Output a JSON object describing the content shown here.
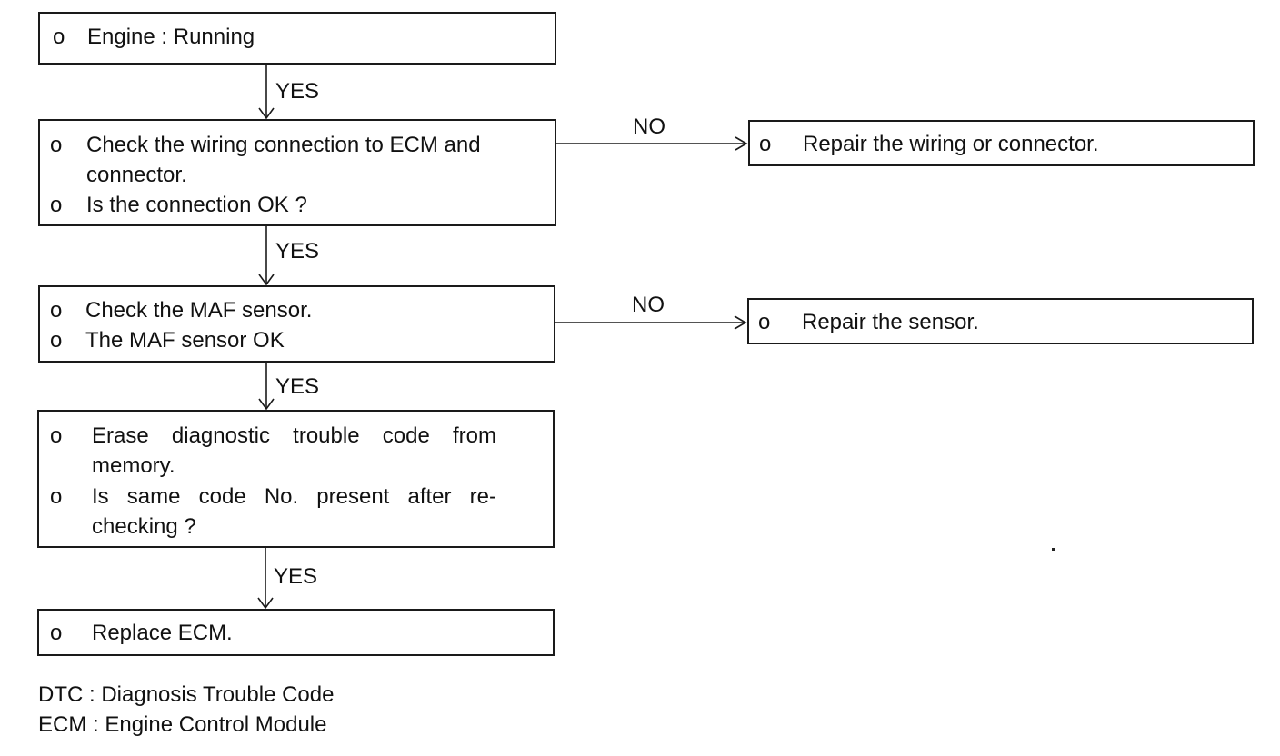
{
  "steps": [
    {
      "bullet": "o",
      "lines": [
        "Engine : Running"
      ]
    },
    {
      "bullet": "o",
      "lines": [
        "Check the wiring connection to ECM and",
        "connector."
      ],
      "bullet2": "o",
      "lines2": [
        "Is the connection OK ?"
      ]
    },
    {
      "bullet": "o",
      "lines": [
        "Check the MAF sensor."
      ],
      "bullet2": "o",
      "lines2": [
        "The MAF sensor OK"
      ]
    },
    {
      "bullet": "o",
      "lines": [
        "Erase diagnostic trouble code from",
        "memory."
      ],
      "bullet2": "o",
      "lines2": [
        "Is same code No. present after re-",
        "checking ?"
      ]
    },
    {
      "bullet": "o",
      "lines": [
        "Replace ECM."
      ]
    }
  ],
  "branches": [
    {
      "bullet": "o",
      "text": "Repair the wiring or connector."
    },
    {
      "bullet": "o",
      "text": "Repair the sensor."
    }
  ],
  "edge_labels": {
    "yes": [
      "YES",
      "YES",
      "YES",
      "YES"
    ],
    "no": [
      "NO",
      "NO"
    ]
  },
  "legend": [
    "DTC : Diagnosis Trouble Code",
    "ECM : Engine Control Module"
  ]
}
